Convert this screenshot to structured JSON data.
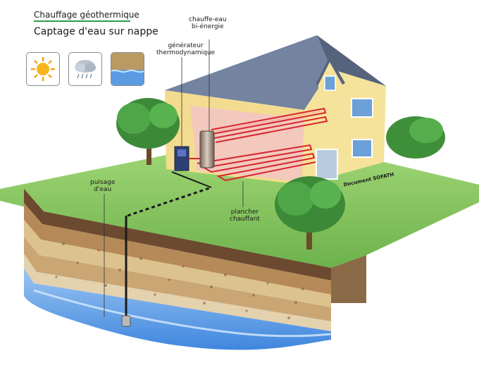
{
  "header": {
    "title": "Chauffage géothermique",
    "subtitle": "Captage d'eau sur nappe"
  },
  "icons": [
    {
      "name": "sun-icon"
    },
    {
      "name": "rain-cloud-icon"
    },
    {
      "name": "water-table-icon"
    }
  ],
  "labels": {
    "water_heater": "chauffe-eau\nbi-énergie",
    "generator": "générateur\nthermodynamique",
    "water_draw": "puisage\nd'eau",
    "floor_heating": "plancher\nchauffant",
    "credit": "Document SOFATH"
  },
  "colors": {
    "title_underline": "#2f9a4a",
    "grass": "#7cc05a",
    "roof": "#6f7d96",
    "walls": "#f6e39b",
    "heating_pipe": "#d8262f",
    "water": "#4a8fe0"
  }
}
